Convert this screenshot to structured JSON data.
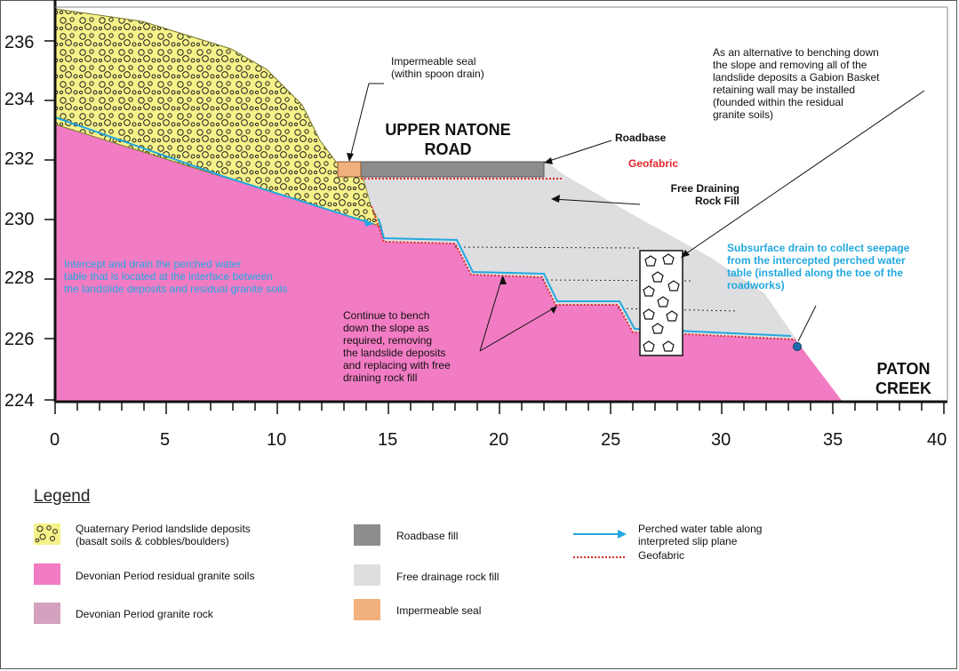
{
  "diagram": {
    "x_ticks": [
      "0",
      "5",
      "10",
      "15",
      "20",
      "25",
      "30",
      "35",
      "40"
    ],
    "y_ticks": [
      "236",
      "234",
      "232",
      "230",
      "228",
      "226",
      "224"
    ],
    "labels": {
      "impermeable_seal": [
        "Impermeable seal",
        "(within spoon drain)"
      ],
      "road": [
        "UPPER NATONE",
        "ROAD"
      ],
      "roadbase": "Roadbase",
      "geofabric": "Geofabric",
      "rock_fill": [
        "Free Draining",
        "Rock Fill"
      ],
      "gabion_note": [
        "As an alternative to benching down",
        "the slope and removing all of the",
        "landslide deposits a Gabion Basket",
        "retaining wall may be installed",
        "(founded within the residual",
        "granite soils)"
      ],
      "intercept_note": [
        "Intercept and drain the perched water",
        "table that is located at the interface between",
        "the landslide deposits and residual granite soils"
      ],
      "bench_note": [
        "Continue to bench",
        "down the slope as",
        "required, removing",
        "the landslide deposits",
        "and replacing with free",
        "draining rock fill"
      ],
      "subsurface_note": [
        "Subsurface drain to collect seepage",
        "from the intercepted perched water",
        "table (installed along the toe of the",
        "roadworks)"
      ],
      "creek": [
        "PATON",
        "CREEK"
      ]
    }
  },
  "legend": {
    "title": "Legend",
    "items": [
      {
        "lines": [
          "Quaternary Period landslide deposits",
          "(basalt soils & cobbles/boulders)"
        ],
        "color": "#f6f28a"
      },
      {
        "lines": [
          "Devonian Period residual granite soils"
        ],
        "color": "#f27cc4"
      },
      {
        "lines": [
          "Devonian Period granite rock"
        ],
        "color": "#d2a2be"
      },
      {
        "lines": [
          "Roadbase fill"
        ],
        "color": "#8d8d8d"
      },
      {
        "lines": [
          "Free drainage rock fill"
        ],
        "color": "#dedee0"
      },
      {
        "lines": [
          "Impermeable seal"
        ],
        "color": "#f2b07c"
      },
      {
        "lines": [
          "Perched water table along",
          "interpreted slip plane"
        ],
        "color": "#23a8e0"
      },
      {
        "lines": [
          "Geofabric"
        ],
        "color": "#e0282d"
      }
    ]
  },
  "colors": {
    "landslide": "#f6f28a",
    "residual_granite": "#f27cc4",
    "granite_rock": "#d2a2be",
    "roadbase": "#8d8d8d",
    "rock_fill": "#dedee0",
    "seal": "#f2b07c",
    "water_table": "#23a8e0",
    "geofabric": "#e0282d"
  }
}
